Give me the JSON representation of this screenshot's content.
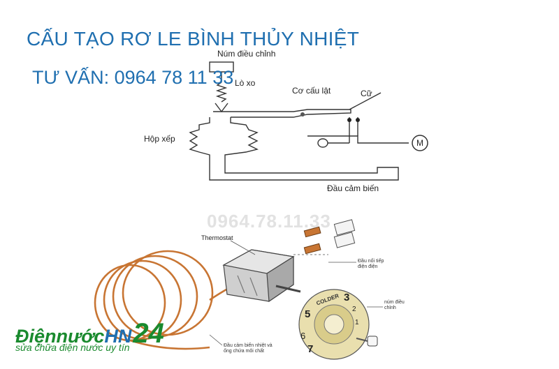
{
  "header": {
    "title": "CẤU TẠO RƠ LE BÌNH THỦY NHIỆT",
    "phone": "TƯ VẤN: 0964 78 11 33"
  },
  "schematic": {
    "labels": {
      "knob": "Núm điều chỉnh",
      "spring": "Lò xo",
      "flip_mechanism": "Cơ cấu lật",
      "stop": "Cữ",
      "bellows": "Hộp xếp",
      "motor": "M",
      "sensor_tip": "Đầu cảm biến"
    }
  },
  "exploded": {
    "watermark": "0964.78.11.33",
    "labels": {
      "thermostat": "Thermostat",
      "terminal": "Đầu nối tiếp điện điện",
      "knob": "núm điều chỉnh",
      "sensor": "Đầu cảm biến nhiệt và ống chứa môi chất",
      "dial_word": "COLDER",
      "dial_numbers": [
        "3",
        "2",
        "1",
        "5",
        "6",
        "7"
      ]
    }
  },
  "brand": {
    "name_main": "Điệnnước",
    "name_accent": "HN",
    "name_number": "24",
    "tagline": "sửa chữa điện nước uy tín"
  },
  "colors": {
    "title": "#1f6fb0",
    "brand_green": "#1a8a2e",
    "brand_blue": "#1f6fb0",
    "copper": "#c87533",
    "dial": "#e9dfae"
  }
}
